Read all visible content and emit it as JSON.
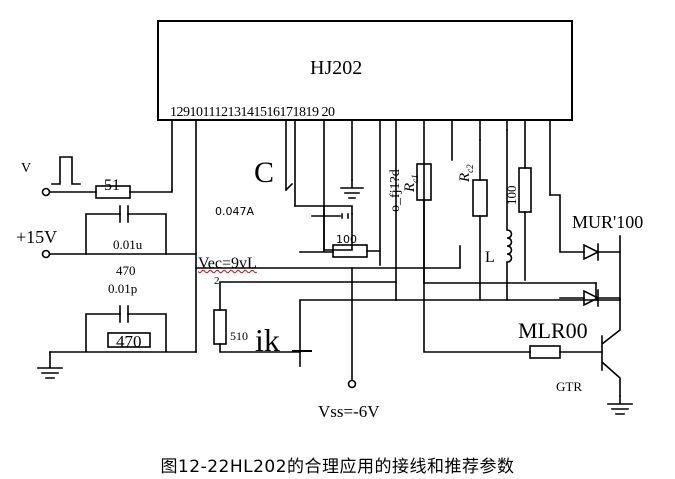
{
  "chip": {
    "name": "HJ202",
    "pins": "12910111213141516171819 20"
  },
  "labels": {
    "v_input": "V",
    "r51": "51",
    "plus15v": "+15V",
    "c001u": "0.01u",
    "r470a": "470",
    "c001p": "0.01p",
    "r470b": "470",
    "c_letter": "C",
    "c0047": "0.047A",
    "vec": "Vec=9vL",
    "two": "2",
    "r510": "510",
    "ik": "ik",
    "r100a": "100",
    "pin_fj": "o_fj1?d",
    "rc1": "R",
    "rc1_sub": "c1",
    "rc2": "R",
    "rc2_sub": "c2",
    "r100b": "100",
    "l": "L",
    "mur": "MUR'100",
    "mlr": "MLR00",
    "gtr": "GTR",
    "vss": "Vss=-6V"
  },
  "caption": "图12-22HL202的合理应用的接线和推荐参数"
}
